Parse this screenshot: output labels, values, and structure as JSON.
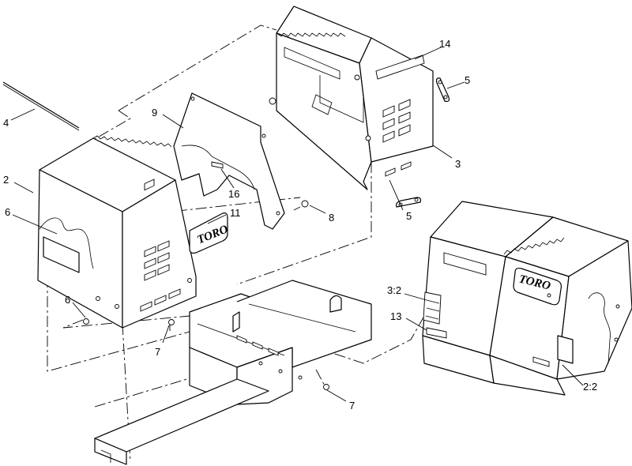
{
  "callouts": [
    {
      "id": "c-4",
      "text": "4"
    },
    {
      "id": "c-2",
      "text": "2"
    },
    {
      "id": "c-6a",
      "text": "6"
    },
    {
      "id": "c-6b",
      "text": "6"
    },
    {
      "id": "c-7a",
      "text": "7"
    },
    {
      "id": "c-7b",
      "text": "7"
    },
    {
      "id": "c-9",
      "text": "9"
    },
    {
      "id": "c-16",
      "text": "16"
    },
    {
      "id": "c-11",
      "text": "11"
    },
    {
      "id": "c-8",
      "text": "8"
    },
    {
      "id": "c-14",
      "text": "14"
    },
    {
      "id": "c-5a",
      "text": "5"
    },
    {
      "id": "c-5b",
      "text": "5"
    },
    {
      "id": "c-3",
      "text": "3"
    },
    {
      "id": "c-3-2",
      "text": "3:2"
    },
    {
      "id": "c-13",
      "text": "13"
    },
    {
      "id": "c-2-2",
      "text": "2:2"
    }
  ],
  "logos": {
    "decal": "TORO",
    "assembled": "TORO"
  }
}
